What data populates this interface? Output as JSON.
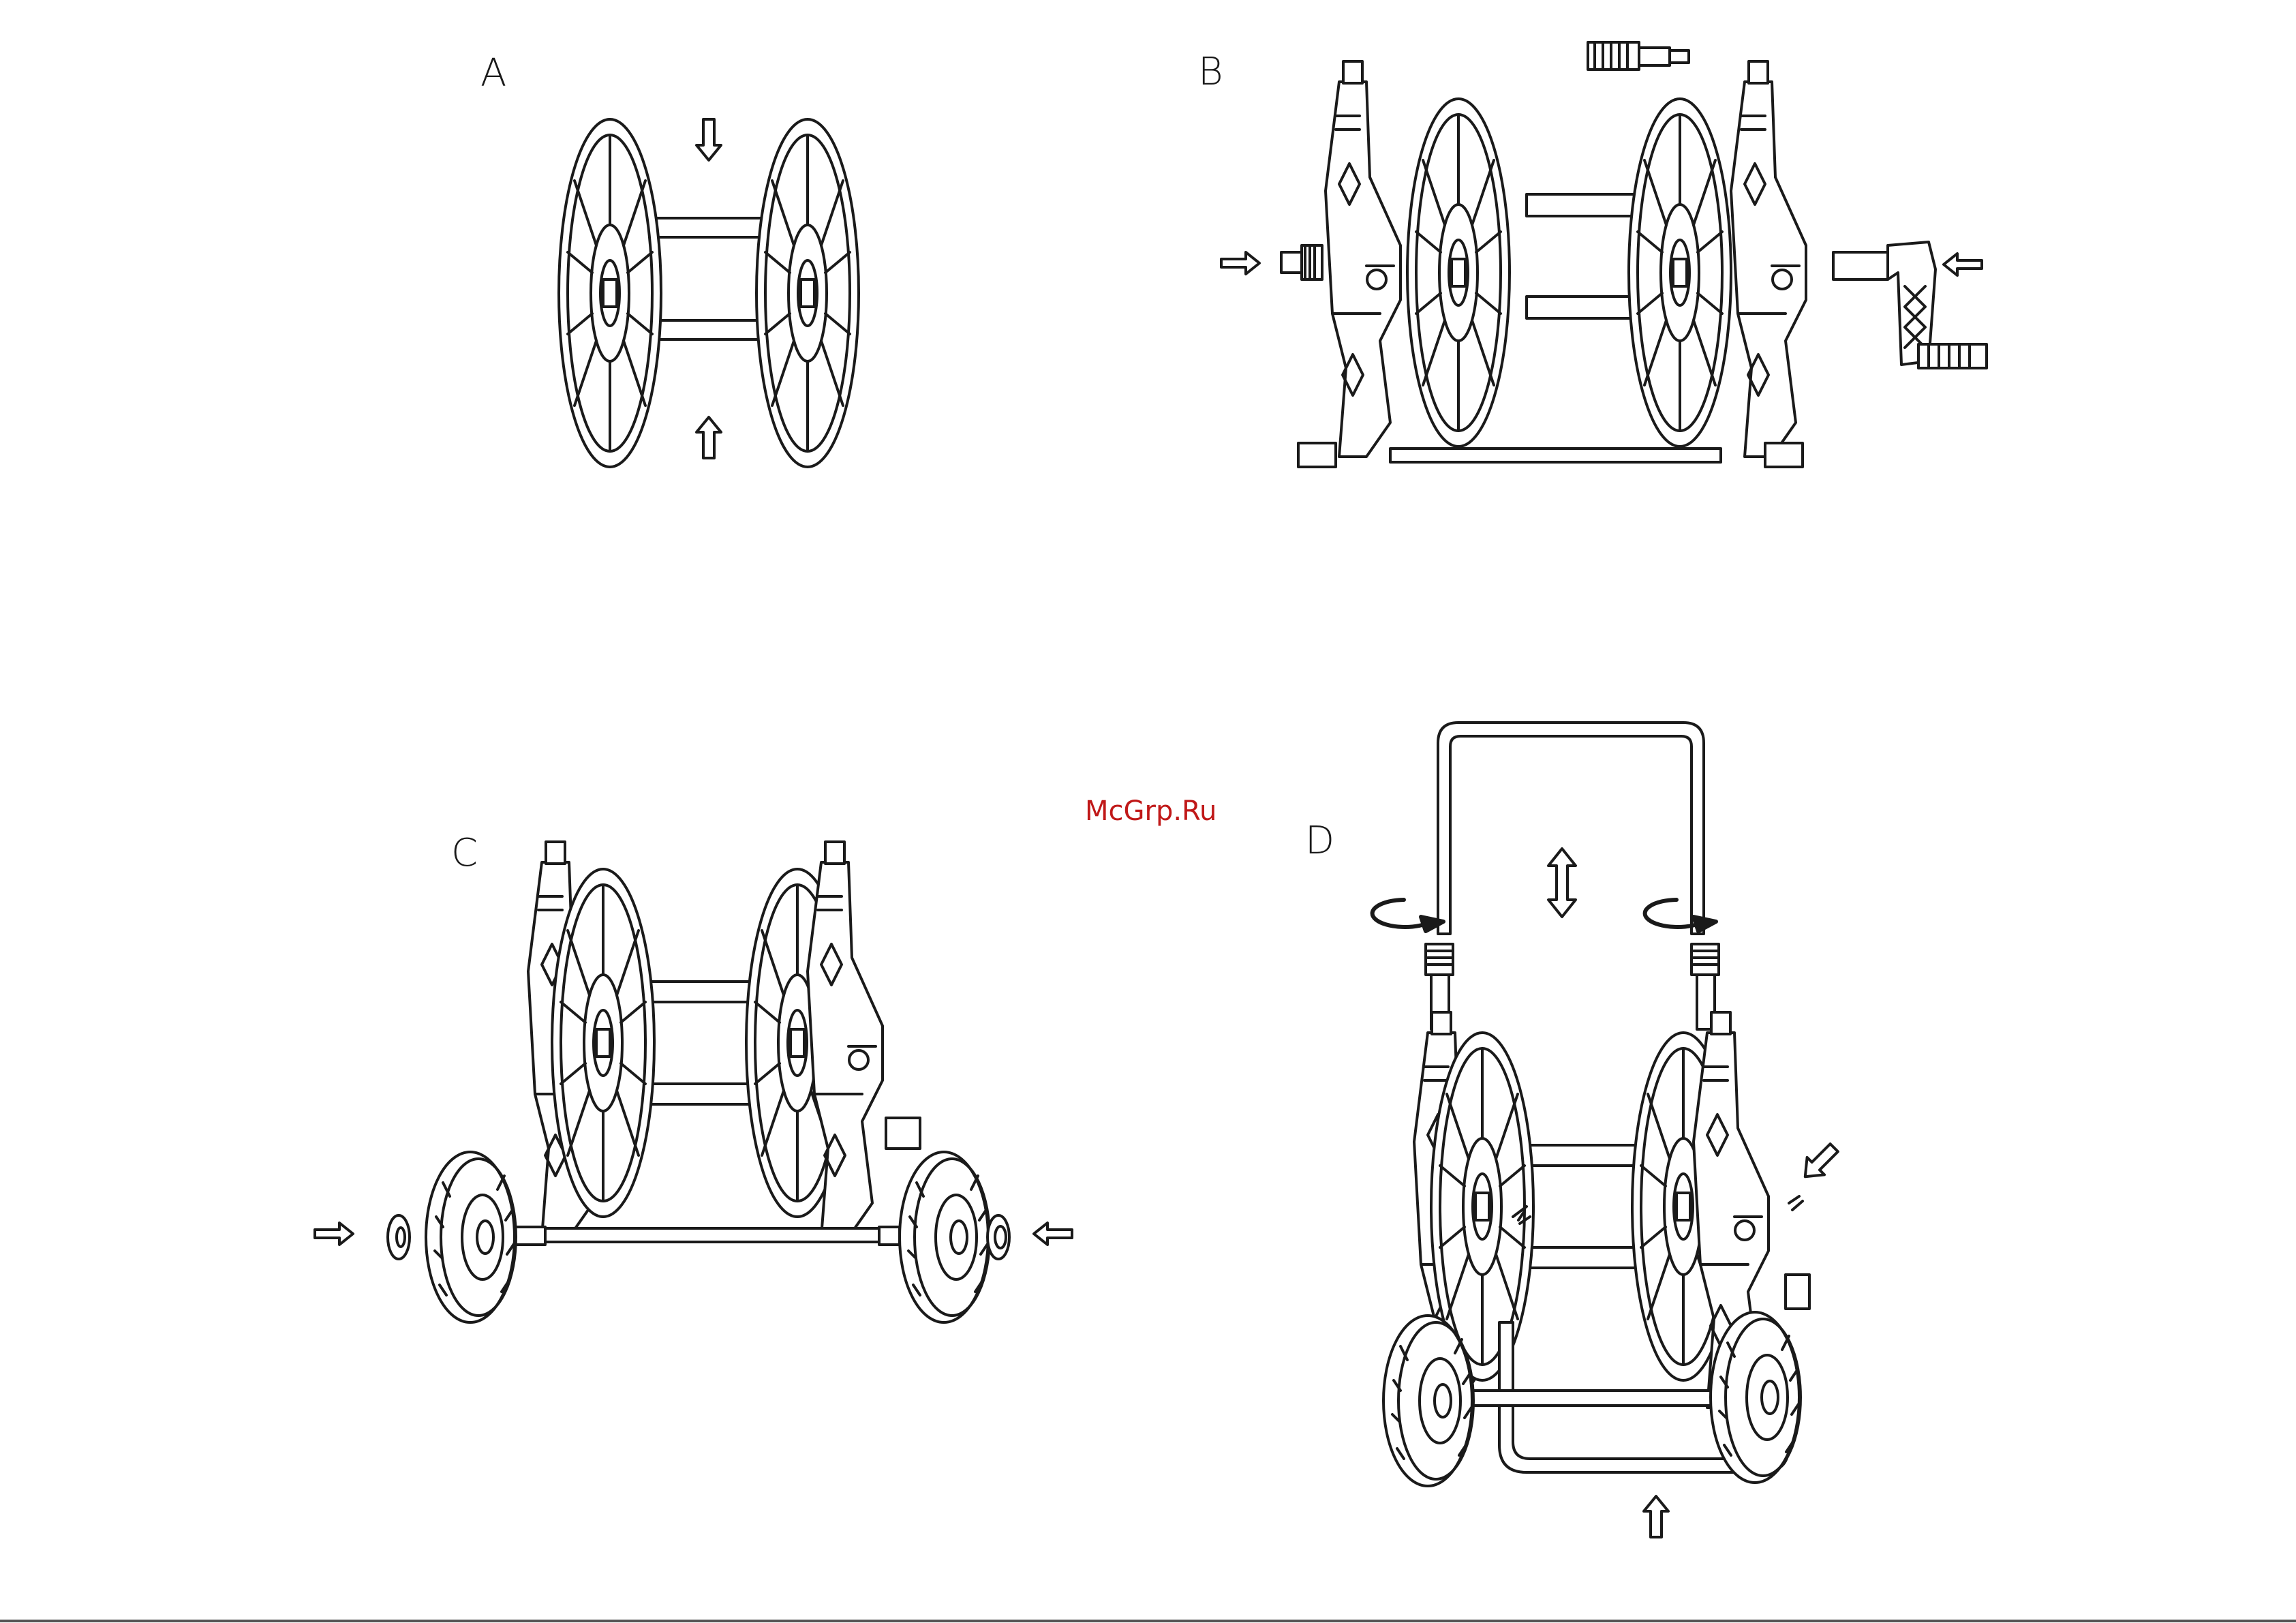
{
  "steps": [
    {
      "id": "A",
      "label": "A"
    },
    {
      "id": "B",
      "label": "B"
    },
    {
      "id": "C",
      "label": "C"
    },
    {
      "id": "D",
      "label": "D"
    }
  ],
  "watermark": "McGrp.Ru",
  "colors": {
    "line": "#1a1a1a",
    "watermark": "#c01818",
    "fill": "#ffffff"
  }
}
